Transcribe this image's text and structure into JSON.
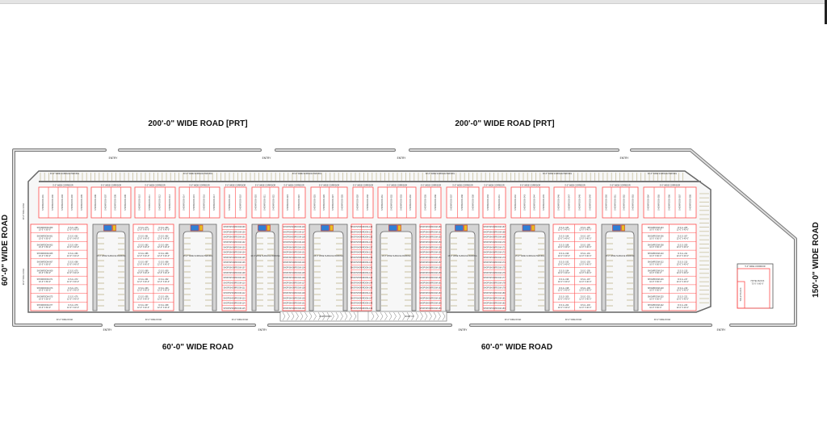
{
  "roads": {
    "top_left": "200'-0\" WIDE ROAD [PRT]",
    "top_right": "200'-0\" WIDE ROAD [PRT]",
    "bottom_left": "60'-0\" WIDE ROAD",
    "bottom_right": "60'-0\" WIDE ROAD",
    "left": "60'-0\" WIDE ROAD",
    "right": "150'-0\" WIDE ROAD"
  },
  "entry_label": "ENTRY",
  "internal_road_label": "30'-0\" WIDE ROAD",
  "surface_parking_label": "30'-0\" WIDE SURFACE PARKING",
  "court_parking_label": "15'-0\" WIDE SURFACE PARKING",
  "corridor_label": "5'-0\" WIDE CORRIDOR",
  "ramp": {
    "down": "RAMP DOWN",
    "up": "RAMP UP"
  },
  "hotel": {
    "name": "HOTEL BLOCK",
    "size": "72'-0\" X 80'-0\"",
    "toilet": "TOILET BLOCK",
    "corridor": "5'-0\" WIDE CORRIDOR"
  },
  "units": {
    "showroom_prefix": "SHOWROOM-",
    "showroom_size": "10'-0\" X 60'-0\"",
    "dsg_prefix": "D.S.G.-",
    "dsg_size": "12'-0\" X 40'-0\"",
    "shop_prefix": "SHOP/SHOWROOM-"
  },
  "colors": {
    "unit": "#ff4d4d",
    "road": "#9a9a9a",
    "parking": "#c9c2a0",
    "lift": "#2f7fd6",
    "stair": "#e8c020"
  }
}
